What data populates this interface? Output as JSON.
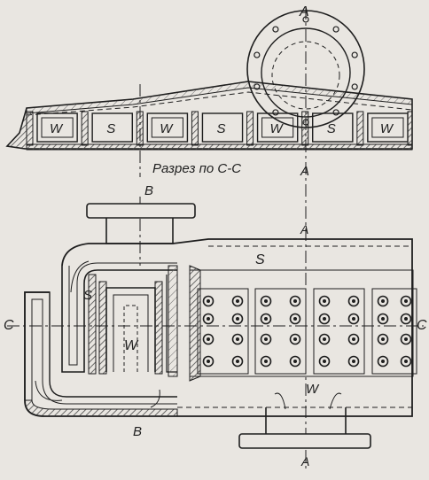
{
  "section_title": "Разрез по С-С",
  "section_markers": {
    "a_top": "A",
    "a_mid": "A",
    "a_plan": "A",
    "a_bottom": "A",
    "b_top": "B",
    "b_bottom": "B",
    "c_left": "C",
    "c_right": "C"
  },
  "section_cells": [
    "W",
    "S",
    "W",
    "S",
    "W",
    "S",
    "W"
  ],
  "plan_labels": {
    "steam_upper": "S",
    "steam_left": "S",
    "water_left": "W",
    "water_lower": "W"
  },
  "colors": {
    "background": "#e9e6e1",
    "ink": "#1e1e1e",
    "hatch": "#4a4a4a"
  }
}
